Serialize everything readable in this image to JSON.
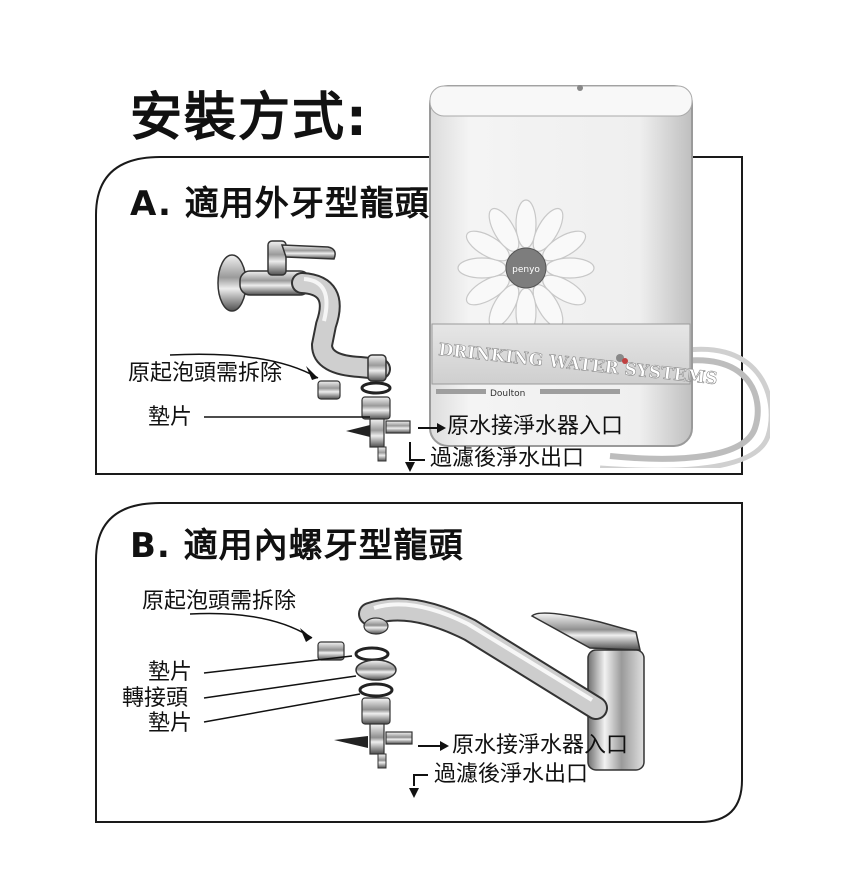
{
  "title": "安裝方式:",
  "section_a": {
    "title": "A. 適用外牙型龍頭",
    "label_remove_aerator": "原起泡頭需拆除",
    "label_gasket": "墊片",
    "label_inlet": "原水接淨水器入口",
    "label_outlet": "過濾後淨水出口"
  },
  "section_b": {
    "title": "B. 適用內螺牙型龍頭",
    "label_remove_aerator": "原起泡頭需拆除",
    "label_gasket_1": "墊片",
    "label_adapter": "轉接頭",
    "label_gasket_2": "墊片",
    "label_inlet": "原水接淨水器入口",
    "label_outlet": "過濾後淨水出口"
  },
  "device": {
    "badge": "penyo",
    "panel_text": "DRINKING WATER SYSTEMS",
    "brand": "Doulton"
  }
}
